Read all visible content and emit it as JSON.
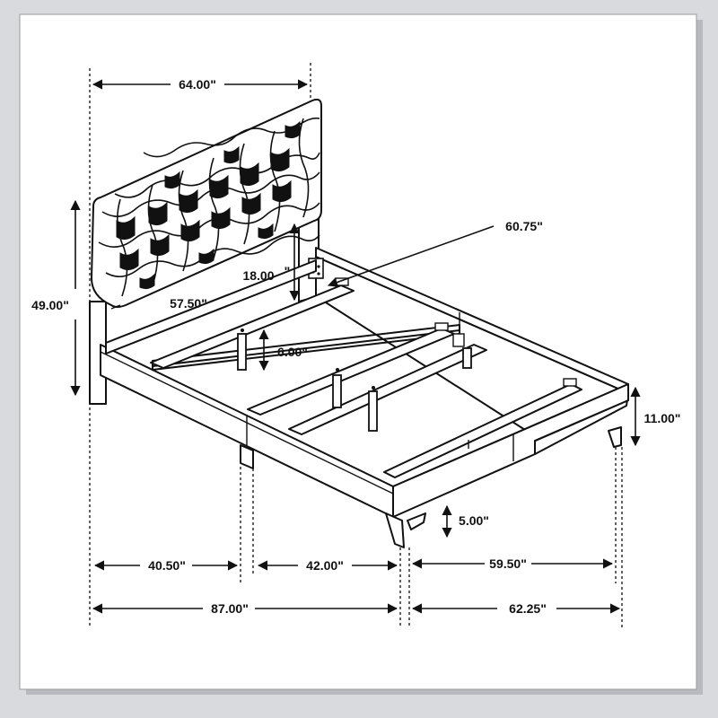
{
  "colors": {
    "page_background": "#d9dade",
    "panel": "#ffffff",
    "ink": "#111111"
  },
  "dimensions": {
    "headboard_width": "64.00\"",
    "total_height": "49.00\"",
    "headboard_panel_height": "18.00",
    "headboard_panel_height_unit": "\"",
    "inner_width": "57.50\"",
    "rail_length": "60.75\"",
    "slat_height": "6.00\"",
    "frame_height": "11.00\"",
    "leg_height": "5.00\"",
    "seg_left": "40.50\"",
    "seg_middle": "42.00\"",
    "seg_right": "59.50\"",
    "overall_length": "87.00\"",
    "overall_width": "62.25\""
  }
}
